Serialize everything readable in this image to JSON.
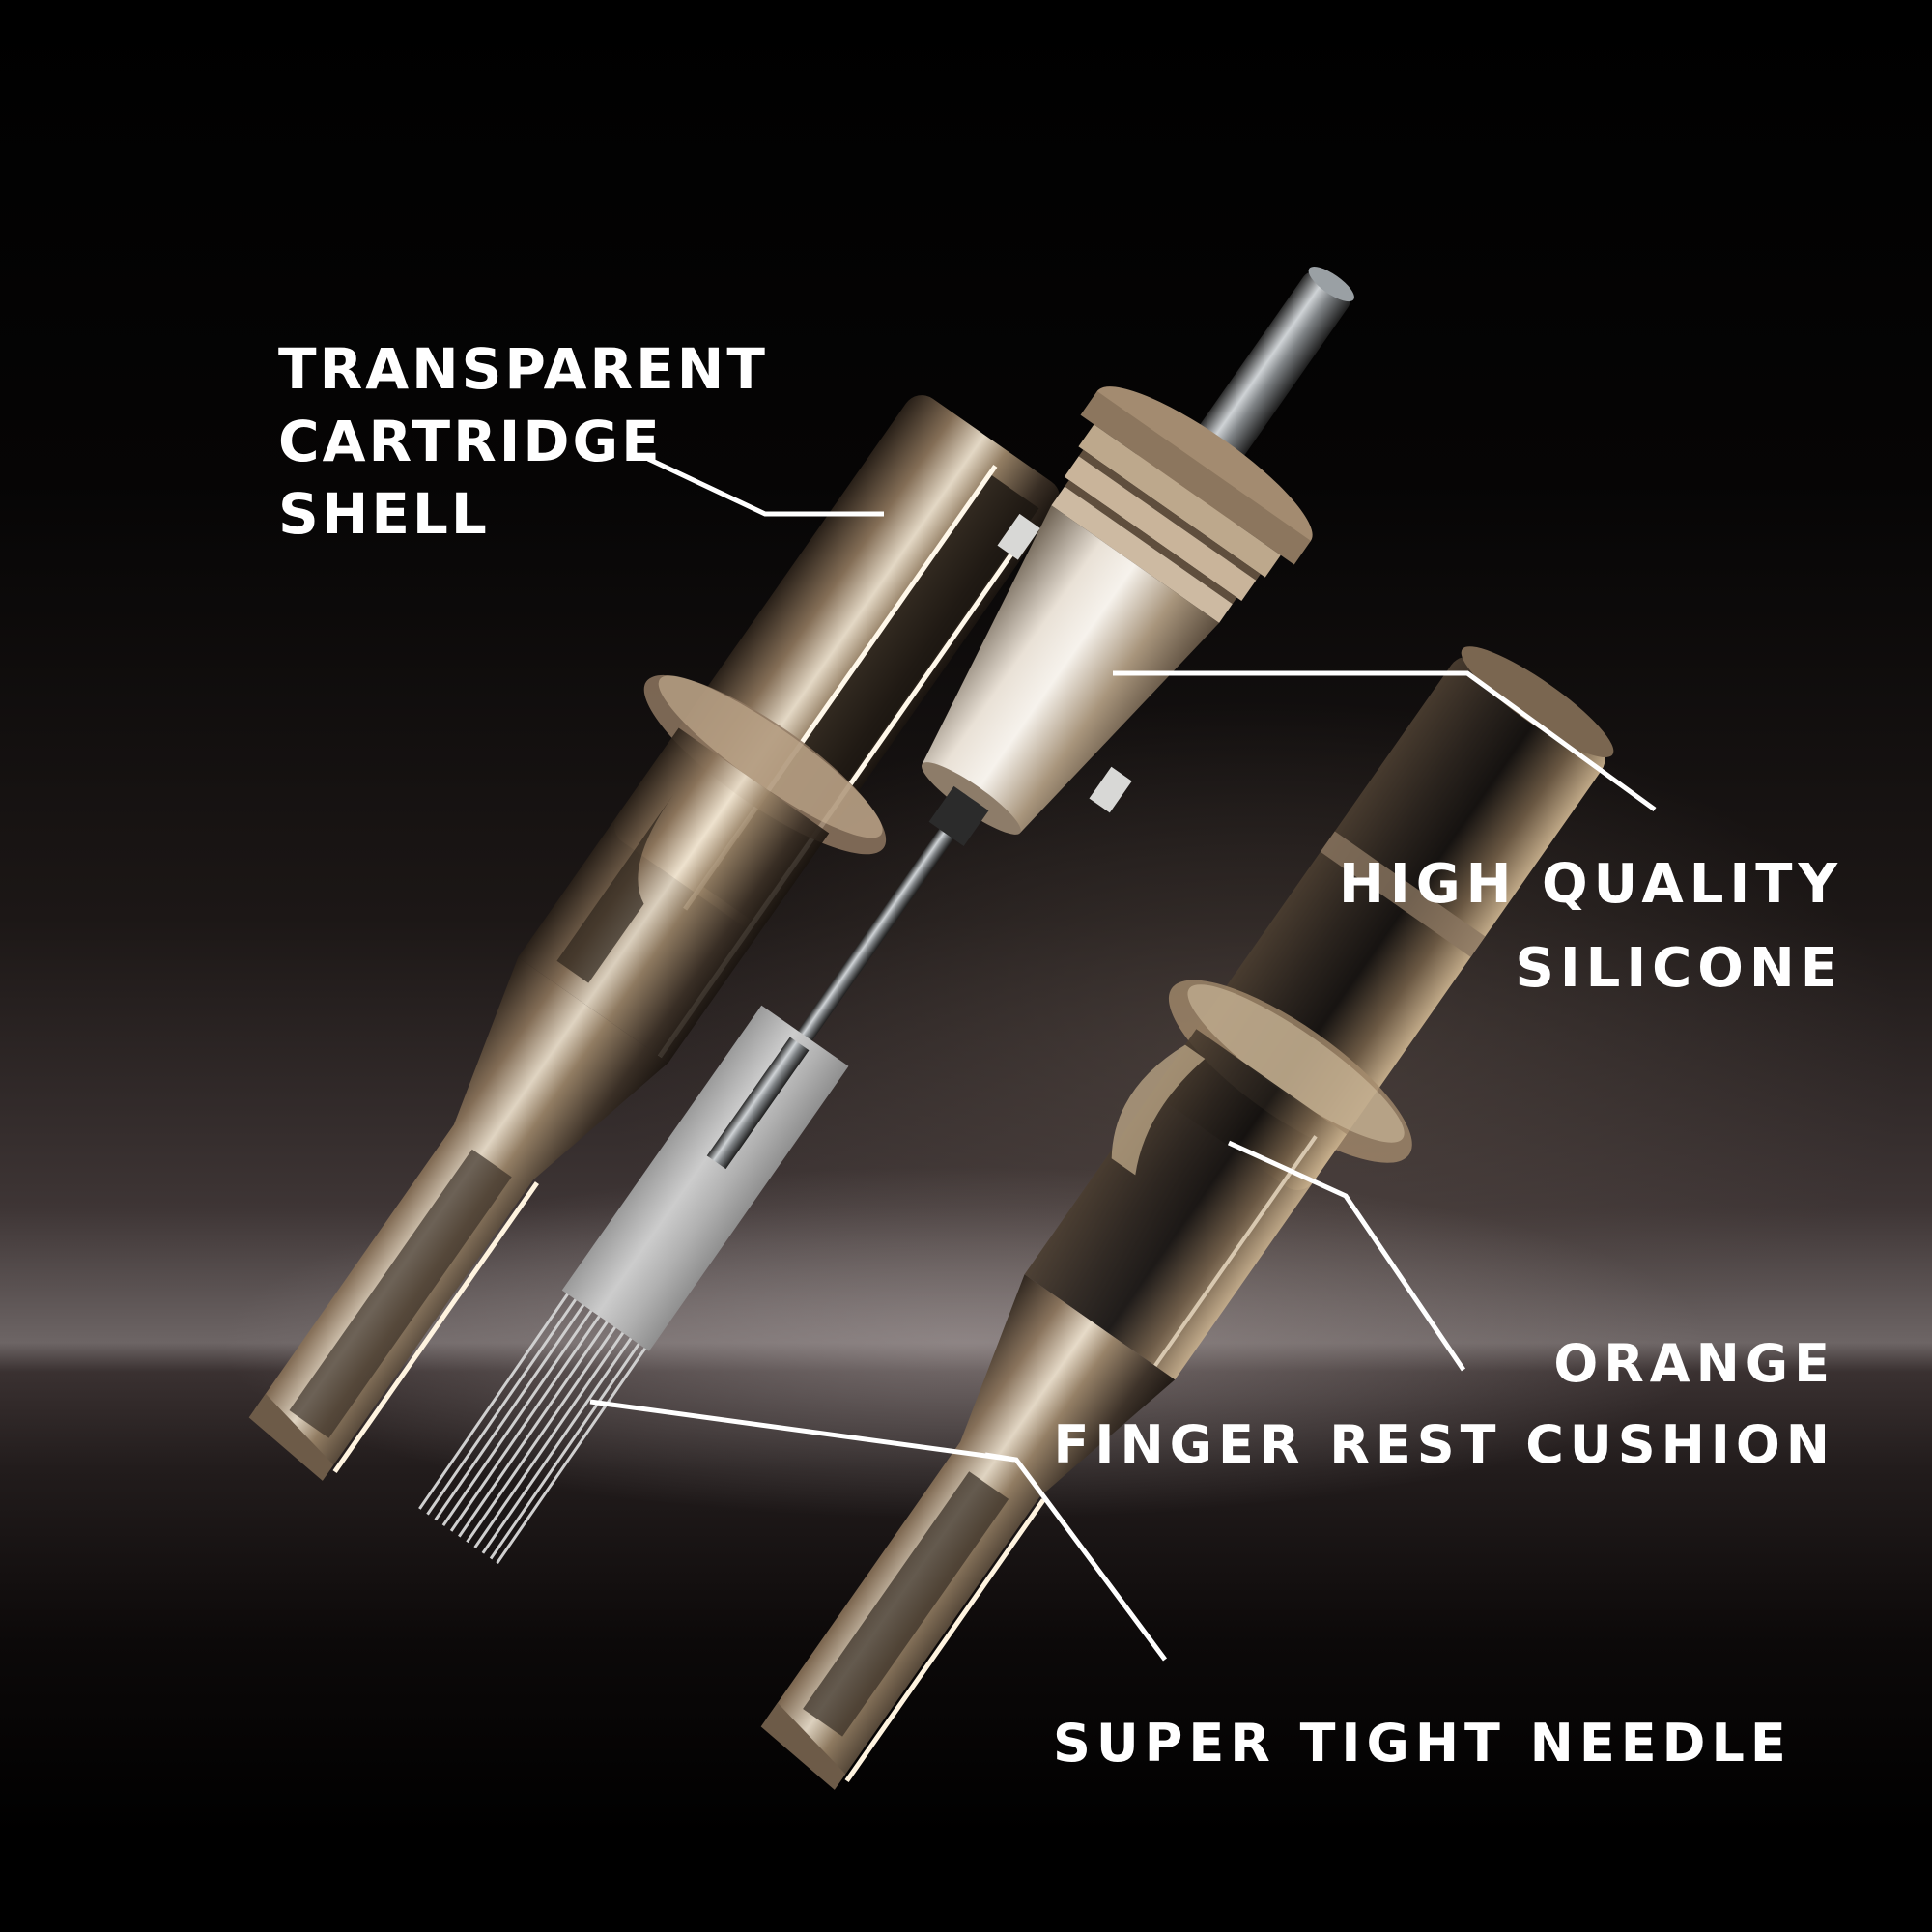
{
  "image": {
    "subject": "Tattoo needle cartridge exploded view",
    "colors": {
      "background": "#000000",
      "horizon_glow": "#8a8282",
      "shell_amber": "#b59a78",
      "shell_dark": "#3a2f25",
      "metal": "#c9c9c9",
      "text": "#ffffff",
      "leader_line": "#ffffff"
    }
  },
  "callouts": {
    "shell": {
      "lines": [
        "TRANSPARENT",
        "CARTRIDGE",
        "SHELL"
      ]
    },
    "silicone": {
      "lines": [
        "HIGH QUALITY",
        "SILICONE"
      ]
    },
    "finger_rest": {
      "lines": [
        "ORANGE",
        "FINGER REST CUSHION"
      ]
    },
    "needle": {
      "lines": [
        "SUPER TIGHT NEEDLE"
      ]
    }
  },
  "components": [
    {
      "name": "cartridge-shell-left",
      "description": "transparent amber cartridge shell, cutaway"
    },
    {
      "name": "silicone-membrane-and-needle",
      "description": "silicone membrane cone with rod and needle bar, grouped needle tips"
    },
    {
      "name": "cartridge-shell-right",
      "description": "transparent amber cartridge shell with finger rest"
    }
  ]
}
